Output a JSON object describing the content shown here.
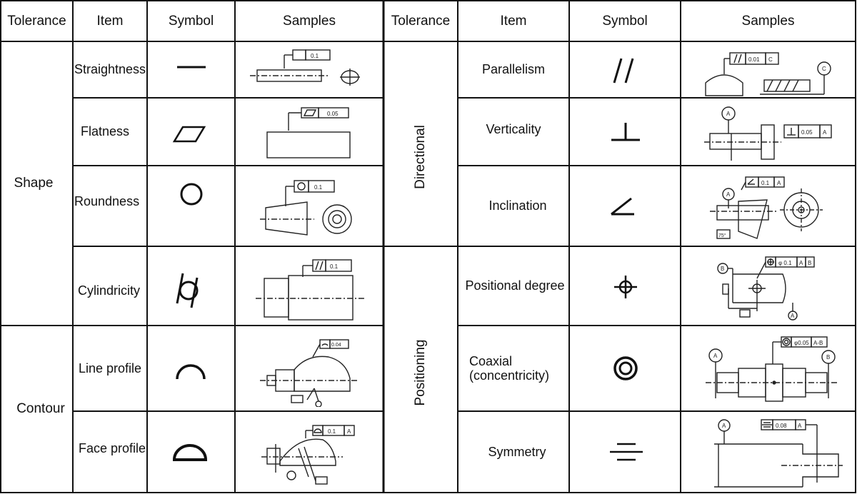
{
  "headers": {
    "left": [
      "Tolerance",
      "Item",
      "Symbol",
      "Samples"
    ],
    "right": [
      "Tolerance",
      "Item",
      "Symbol",
      "Samples"
    ]
  },
  "left_groups": [
    {
      "name": "Shape",
      "items": [
        "Straightness",
        "Flatness",
        "Roundness",
        "Cylindricity"
      ]
    },
    {
      "name": "Contour",
      "items": [
        "Line profile",
        "Face profile"
      ]
    }
  ],
  "right_groups": [
    {
      "name": "Directional",
      "items": [
        "Parallelism",
        "Verticality",
        "Inclination"
      ]
    },
    {
      "name": "Positioning",
      "items": [
        "Positional degree",
        "Coaxial\n(concentricity)",
        "Symmetry"
      ]
    }
  ],
  "sample_labels": {
    "straightness": "0.1",
    "flatness": "0.05",
    "roundness": "0.1",
    "cylindricity": "0.1",
    "line_profile": "0.04",
    "face_profile": "0.1",
    "parallelism": "0.01",
    "verticality": "0.05",
    "inclination": "0.1",
    "positional": "φ 0.1",
    "coaxial": "φ0.05",
    "symmetry": "0.08",
    "datum_a": "A",
    "datum_b": "B",
    "datum_c": "C",
    "datum_ab": "A-B",
    "angle": "75°"
  }
}
